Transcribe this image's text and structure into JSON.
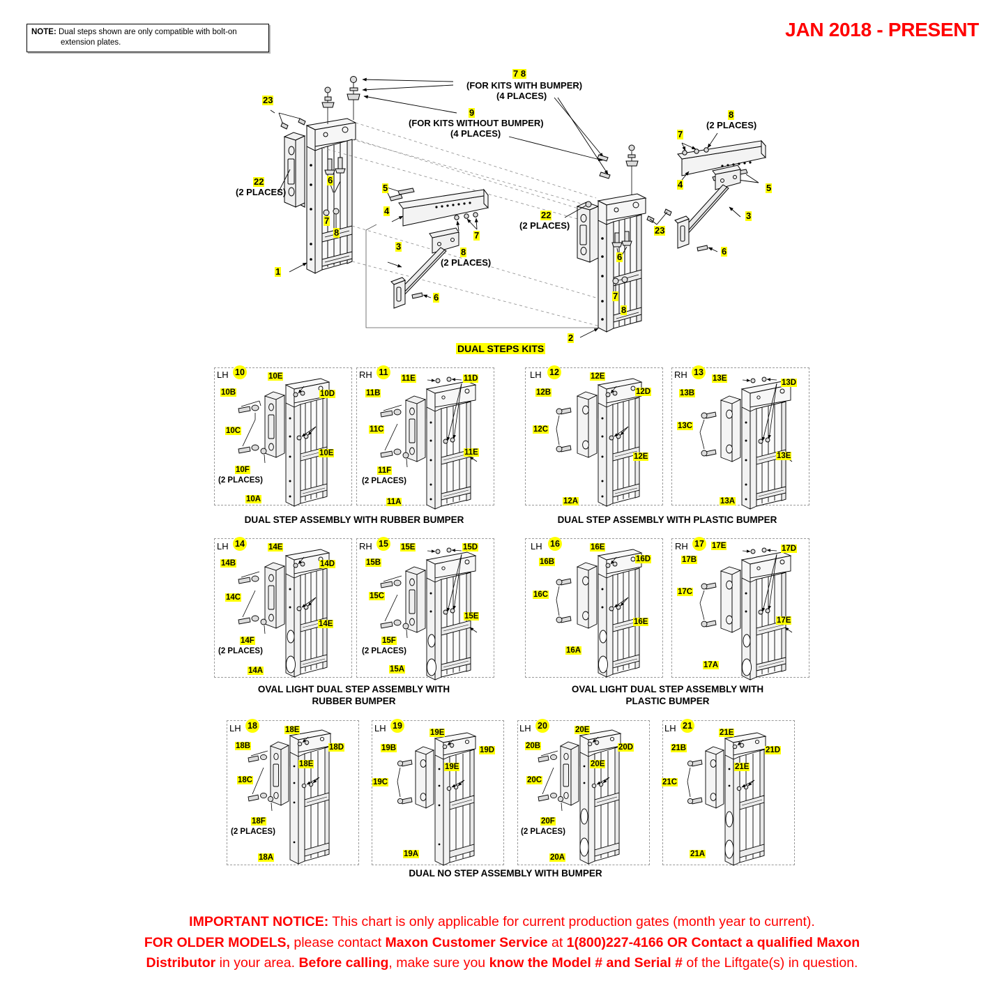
{
  "header": {
    "note_label": "NOTE:",
    "note_line1": "Dual steps shown are only compatible with bolt-on",
    "note_line2": "extension plates.",
    "date_range": "JAN 2018 - PRESENT"
  },
  "main_diagram": {
    "title": "DUAL STEPS KITS",
    "annotations": [
      {
        "id": "m-23-left",
        "text": "23"
      },
      {
        "id": "m-22-left",
        "text": "22"
      },
      {
        "id": "m-22-left-places",
        "text": "(2 PLACES)"
      },
      {
        "id": "m-1",
        "text": "1"
      },
      {
        "id": "m-6-left",
        "text": "6"
      },
      {
        "id": "m-7-left",
        "text": "7"
      },
      {
        "id": "m-8-left",
        "text": "8"
      },
      {
        "id": "m-78",
        "text": "7  8"
      },
      {
        "id": "m-78-sub1",
        "text": "(FOR KITS WITH BUMPER)"
      },
      {
        "id": "m-78-sub2",
        "text": "(4 PLACES)"
      },
      {
        "id": "m-9",
        "text": "9"
      },
      {
        "id": "m-9-sub1",
        "text": "(FOR KITS WITHOUT BUMPER)"
      },
      {
        "id": "m-9-sub2",
        "text": "(4 PLACES)"
      },
      {
        "id": "m-5-mid",
        "text": "5"
      },
      {
        "id": "m-4-mid",
        "text": "4"
      },
      {
        "id": "m-3-mid",
        "text": "3"
      },
      {
        "id": "m-7-mid",
        "text": "7"
      },
      {
        "id": "m-8-mid",
        "text": "8"
      },
      {
        "id": "m-8-mid-places",
        "text": "(2 PLACES)"
      },
      {
        "id": "m-6-mid",
        "text": "6"
      },
      {
        "id": "m-22-right",
        "text": "22"
      },
      {
        "id": "m-22-right-places",
        "text": "(2 PLACES)"
      },
      {
        "id": "m-23-right",
        "text": "23"
      },
      {
        "id": "m-6-right",
        "text": "6"
      },
      {
        "id": "m-7-right",
        "text": "7"
      },
      {
        "id": "m-8-right",
        "text": "8"
      },
      {
        "id": "m-2",
        "text": "2"
      },
      {
        "id": "m-7-ur",
        "text": "7"
      },
      {
        "id": "m-8-ur",
        "text": "8"
      },
      {
        "id": "m-8-ur-places",
        "text": "(2 PLACES)"
      },
      {
        "id": "m-4-ur",
        "text": "4"
      },
      {
        "id": "m-5-ur",
        "text": "5"
      },
      {
        "id": "m-3-ur",
        "text": "3"
      },
      {
        "id": "m-6-ur",
        "text": "6"
      }
    ]
  },
  "groups": [
    {
      "caption": "DUAL STEP ASSEMBLY WITH RUBBER BUMPER",
      "panels": [
        {
          "badge": "10",
          "hand": "LH",
          "labels": [
            "10E",
            "10B",
            "10D",
            "10C",
            "10E",
            "10F",
            "10A"
          ],
          "places_note": "(2 PLACES)",
          "places_for": "10F"
        },
        {
          "badge": "11",
          "hand": "RH",
          "labels": [
            "11E",
            "11D",
            "11B",
            "11C",
            "11E",
            "11F",
            "11A"
          ],
          "places_note": "(2 PLACES)",
          "places_for": "11F"
        }
      ]
    },
    {
      "caption": "DUAL STEP ASSEMBLY WITH PLASTIC BUMPER",
      "panels": [
        {
          "badge": "12",
          "hand": "LH",
          "labels": [
            "12E",
            "12B",
            "12D",
            "12C",
            "12E",
            "12A"
          ],
          "places_note": "",
          "places_for": ""
        },
        {
          "badge": "13",
          "hand": "RH",
          "labels": [
            "13E",
            "13D",
            "13B",
            "13C",
            "13E",
            "13A"
          ],
          "places_note": "",
          "places_for": ""
        }
      ]
    },
    {
      "caption": "OVAL LIGHT DUAL STEP ASSEMBLY WITH\nRUBBER BUMPER",
      "panels": [
        {
          "badge": "14",
          "hand": "LH",
          "labels": [
            "14E",
            "14B",
            "14D",
            "14C",
            "14E",
            "14F",
            "14A"
          ],
          "places_note": "(2 PLACES)",
          "places_for": "14F"
        },
        {
          "badge": "15",
          "hand": "RH",
          "labels": [
            "15E",
            "15D",
            "15B",
            "15C",
            "15E",
            "15F",
            "15A"
          ],
          "places_note": "(2 PLACES)",
          "places_for": "15F"
        }
      ]
    },
    {
      "caption": "OVAL LIGHT DUAL STEP ASSEMBLY WITH\nPLASTIC BUMPER",
      "panels": [
        {
          "badge": "16",
          "hand": "LH",
          "labels": [
            "16E",
            "16B",
            "16D",
            "16C",
            "16E",
            "16A"
          ],
          "places_note": "",
          "places_for": ""
        },
        {
          "badge": "17",
          "hand": "RH",
          "labels": [
            "17E",
            "17D",
            "17B",
            "17C",
            "17E",
            "17A"
          ],
          "places_note": "",
          "places_for": ""
        }
      ]
    },
    {
      "caption": "DUAL NO STEP ASSEMBLY WITH BUMPER",
      "panels": [
        {
          "badge": "18",
          "hand": "LH",
          "labels": [
            "18E",
            "18B",
            "18D",
            "18E",
            "18C",
            "18F",
            "18A"
          ],
          "places_note": "(2 PLACES)",
          "places_for": "18F"
        },
        {
          "badge": "19",
          "hand": "LH",
          "labels": [
            "19E",
            "19B",
            "19D",
            "19E",
            "19C",
            "19A"
          ],
          "places_note": "",
          "places_for": ""
        },
        {
          "badge": "20",
          "hand": "LH",
          "labels": [
            "20E",
            "20B",
            "20D",
            "20E",
            "20C",
            "20F",
            "20A"
          ],
          "places_note": "(2 PLACES)",
          "places_for": "20F"
        },
        {
          "badge": "21",
          "hand": "LH",
          "labels": [
            "21E",
            "21B",
            "21D",
            "21E",
            "21C",
            "21A"
          ],
          "places_note": "",
          "places_for": ""
        }
      ]
    }
  ],
  "row1_captions": {
    "left": "DUAL STEP ASSEMBLY WITH RUBBER BUMPER",
    "right": "DUAL STEP ASSEMBLY WITH PLASTIC BUMPER"
  },
  "row2_captions": {
    "left": "OVAL LIGHT DUAL STEP ASSEMBLY WITH\nRUBBER BUMPER",
    "right": "OVAL LIGHT DUAL STEP ASSEMBLY WITH\nPLASTIC BUMPER"
  },
  "row3_caption": "DUAL NO STEP ASSEMBLY WITH BUMPER",
  "footer": {
    "line1_bold": "IMPORTANT NOTICE:",
    "line1_rest": " This chart is only applicable for current production gates (month year to current).",
    "line2_b1": "FOR OLDER MODELS,",
    "line2_t1": " please contact ",
    "line2_b2": "Maxon Customer Service",
    "line2_t2": " at ",
    "line2_b3": "1(800)227-4166 OR Contact a qualified Maxon",
    "line3_b1": "Distributor",
    "line3_t1": " in your area. ",
    "line3_b2": "Before calling",
    "line3_t2": ", make sure you ",
    "line3_b3": "know the Model # and Serial #",
    "line3_t3": " of the Liftgate(s) in question."
  },
  "colors": {
    "highlight": "#ffff00",
    "notice_red": "#ff0000",
    "line": "#000000",
    "panel_border": "#9a9a9a",
    "metal_light": "#f2f2f2",
    "metal_mid": "#dedede",
    "metal_dark": "#bdbdbd"
  }
}
